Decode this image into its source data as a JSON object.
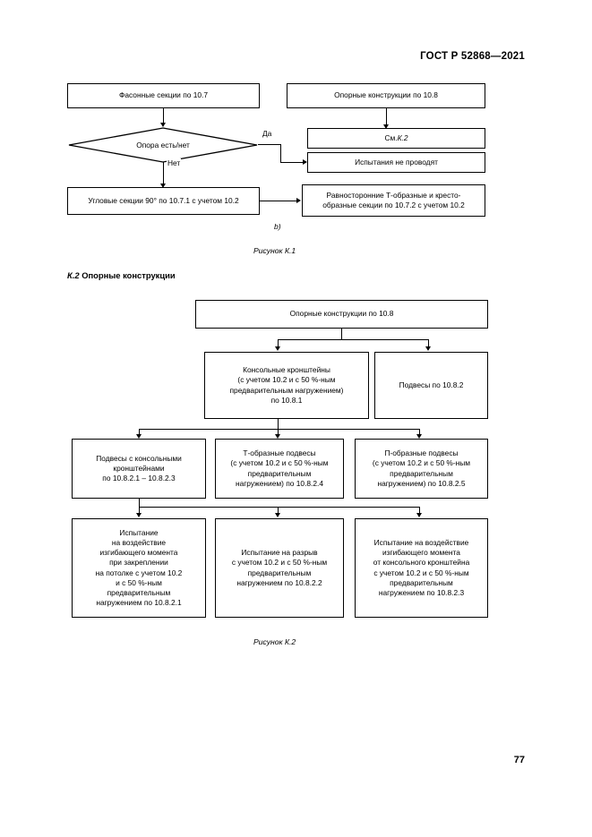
{
  "document": {
    "header": "ГОСТ Р 52868—2021",
    "page_number": "77"
  },
  "figure_k1": {
    "caption": "Рисунок К.1",
    "subcaption": "b)",
    "nodes": {
      "shaped_sections": "Фасонные секции по 10.7",
      "support_structures": "Опорные конструкции по 10.8",
      "decision": "Опора есть/нет",
      "see_k2_prefix": "См. ",
      "see_k2_num": "К.2",
      "no_tests": "Испытания не проводят",
      "corner_sections": "Угловые секции 90° по 10.7.1 с учетом 10.2",
      "tee_cross_sections": "Равносторонние Т-образные и кресто-\nобразные секции по 10.7.2 с учетом 10.2"
    },
    "edges": {
      "yes": "Да",
      "no": "Нет"
    }
  },
  "section_k2": {
    "heading_num": "К.2",
    "heading_text": " Опорные конструкции"
  },
  "figure_k2": {
    "caption": "Рисунок К.2",
    "nodes": {
      "root": "Опорные конструкции по 10.8",
      "cantilever_brackets": "Консольные кронштейны\n(с учетом 10.2 и с 50 %-ным\nпредварительным нагружением)\nпо 10.8.1",
      "hangers": "Подвесы по 10.8.2",
      "hangers_with_brackets": "Подвесы с консольными\nкронштейнами\nпо 10.8.2.1 – 10.8.2.3",
      "tee_hangers": "Т-образные подвесы\n(с учетом 10.2 и с 50 %-ным\nпредварительным\nнагружением) по 10.8.2.4",
      "pi_hangers": "П-образные подвесы\n(с учетом 10.2 и с 50 %-ным\nпредварительным\nнагружением) по 10.8.2.5",
      "test_bending_ceiling": "Испытание\nна воздействие\nизгибающего момента\nпри закреплении\nна потолке с учетом 10.2\nи с 50 %-ным\nпредварительным\nнагружением по 10.8.2.1",
      "test_tensile": "Испытание на разрыв\nс учетом 10.2 и с 50 %-ным\nпредварительным\nнагружением по 10.8.2.2",
      "test_bending_bracket": "Испытание на воздействие\nизгибающего момента\nот консольного кронштейна\nс учетом 10.2 и с 50 %-ным\nпредварительным\nнагружением по 10.8.2.3"
    }
  }
}
